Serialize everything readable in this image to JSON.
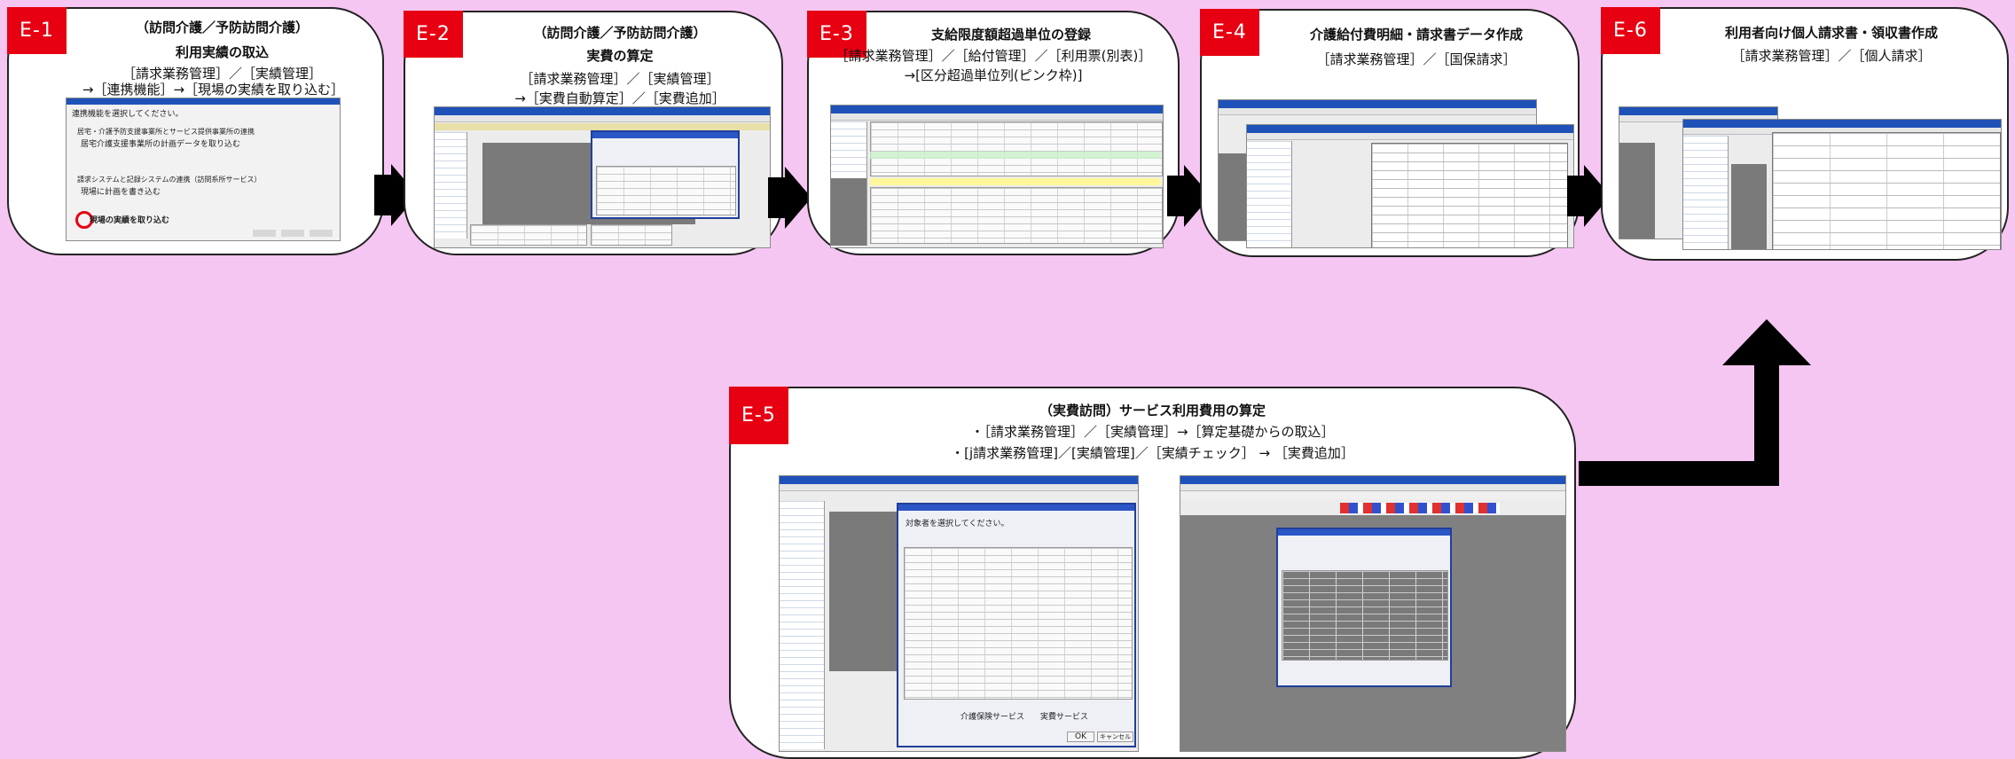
{
  "steps": [
    {
      "tag": "E-1",
      "title": "（訪問介護／予防訪問介護）",
      "subtitle": "利用実績の取込",
      "lines": [
        "［請求業務管理］／［実績管理］",
        "→［連携機能］→［現場の実績を取り込む］"
      ]
    },
    {
      "tag": "E-2",
      "title": "（訪問介護／予防訪問介護）",
      "subtitle": "実費の算定",
      "lines": [
        "［請求業務管理］／［実績管理］",
        "→［実費自動算定］／［実費追加］"
      ]
    },
    {
      "tag": "E-3",
      "title": "支給限度額超過単位の登録",
      "lines": [
        "［請求業務管理］／［給付管理］／［利用票(別表)］",
        "→[区分超過単位列(ピンク枠)]"
      ]
    },
    {
      "tag": "E-4",
      "title": "介護給付費明細・請求書データ作成",
      "lines": [
        "［請求業務管理］／［国保請求］"
      ]
    },
    {
      "tag": "E-5",
      "title": "（実費訪問）サービス利用費用の算定",
      "lines": [
        "・［請求業務管理］／［実績管理］→［算定基礎からの取込］",
        "・[j請求業務管理]／[実績管理]／［実績チェック］ → ［実費追加］"
      ]
    },
    {
      "tag": "E-6",
      "title": "利用者向け個人請求書・領収書作成",
      "lines": [
        "［請求業務管理］／［個人請求］"
      ]
    }
  ],
  "e1_dialog": {
    "title": "連携機能",
    "prompt": "連携機能を選択してください。",
    "group1": "居宅・介護予防支援事業所とサービス提供事業所の連携",
    "option1": "居宅介護支援事業所の計画データを取り込む",
    "group2": "請求システムと記録システムの連携（訪問系所サービス）",
    "option2": "現場に計画を書き込む",
    "option3": "現場の実績を取り込む"
  },
  "e5_dialog": {
    "prompt": "対象者を選択してください。",
    "chk1": "介護保険サービス",
    "chk2": "実費サービス",
    "ok": "OK",
    "cancel": "キャンセル"
  },
  "colors": {
    "tag": "#e60012",
    "background": "#f6c6f3",
    "arrow": "#000000"
  }
}
